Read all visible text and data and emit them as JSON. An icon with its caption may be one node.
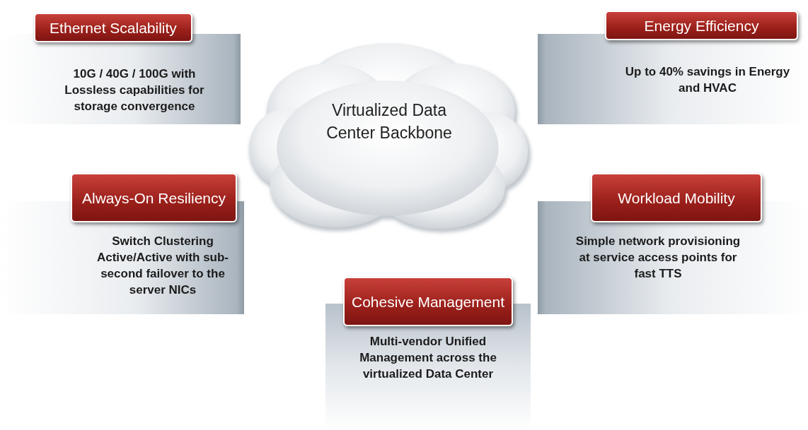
{
  "diagram": {
    "nodes": [
      {
        "text": [
          "Ethernet Scalability",
          "10G / 40G / 100G with Lossless capabilities for storage convergence"
        ]
      },
      {
        "text": [
          "Energy Efficiency",
          "Up to 40% savings in Energy and HVAC"
        ]
      },
      {
        "text": [
          "Virtualized Data Center Backbone"
        ]
      },
      {
        "text": [
          "Always-On Resiliency",
          "Switch Clustering Active/Active with sub-second failover to the server NICs"
        ]
      },
      {
        "text": [
          "Workload Mobility",
          "Simple network provisioning at service access points for fast TTS"
        ]
      },
      {
        "text": [
          "Cohesive Management",
          "Multi-vendor Unified Management across the virtualized Data Center"
        ]
      }
    ]
  }
}
